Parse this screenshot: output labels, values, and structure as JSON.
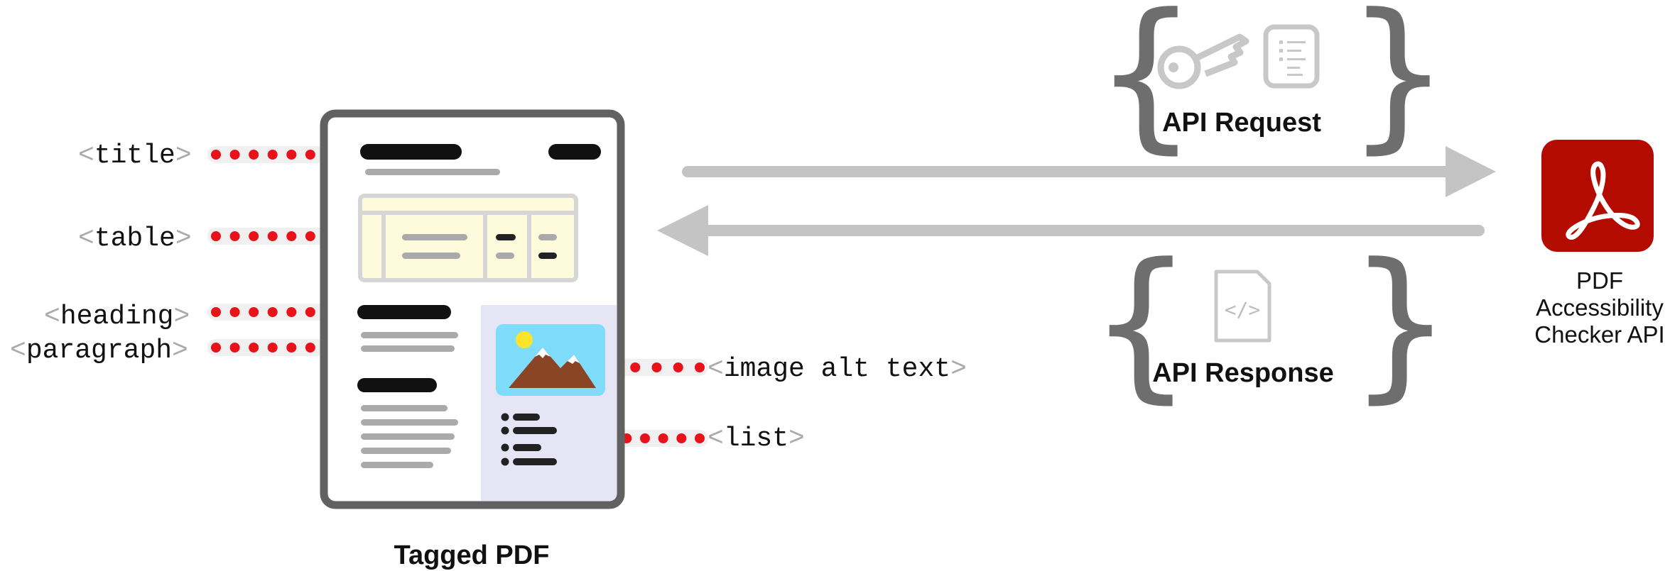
{
  "tags": {
    "open": "<",
    "close": ">",
    "title": "title",
    "table": "table",
    "heading": "heading",
    "paragraph": "paragraph",
    "image": "image alt text",
    "list": "list"
  },
  "document": {
    "caption": "Tagged PDF"
  },
  "request": {
    "label": "API Request",
    "icons": [
      "key-icon",
      "document-icon"
    ]
  },
  "response": {
    "label": "API Response",
    "icons": [
      "code-file-icon"
    ],
    "code_glyph": "</>"
  },
  "service": {
    "line1": "PDF",
    "line2": "Accessibility",
    "line3": "Checker API",
    "icon": "adobe-acrobat-icon",
    "brand_color": "#b30b00"
  },
  "colors": {
    "dot": "#e8121b",
    "arrow": "#c4c4c4",
    "brace": "#6e6e6e",
    "table_fill": "#fdfbdc",
    "image_panel": "#e6e5f6",
    "sky": "#7fdcfb"
  }
}
